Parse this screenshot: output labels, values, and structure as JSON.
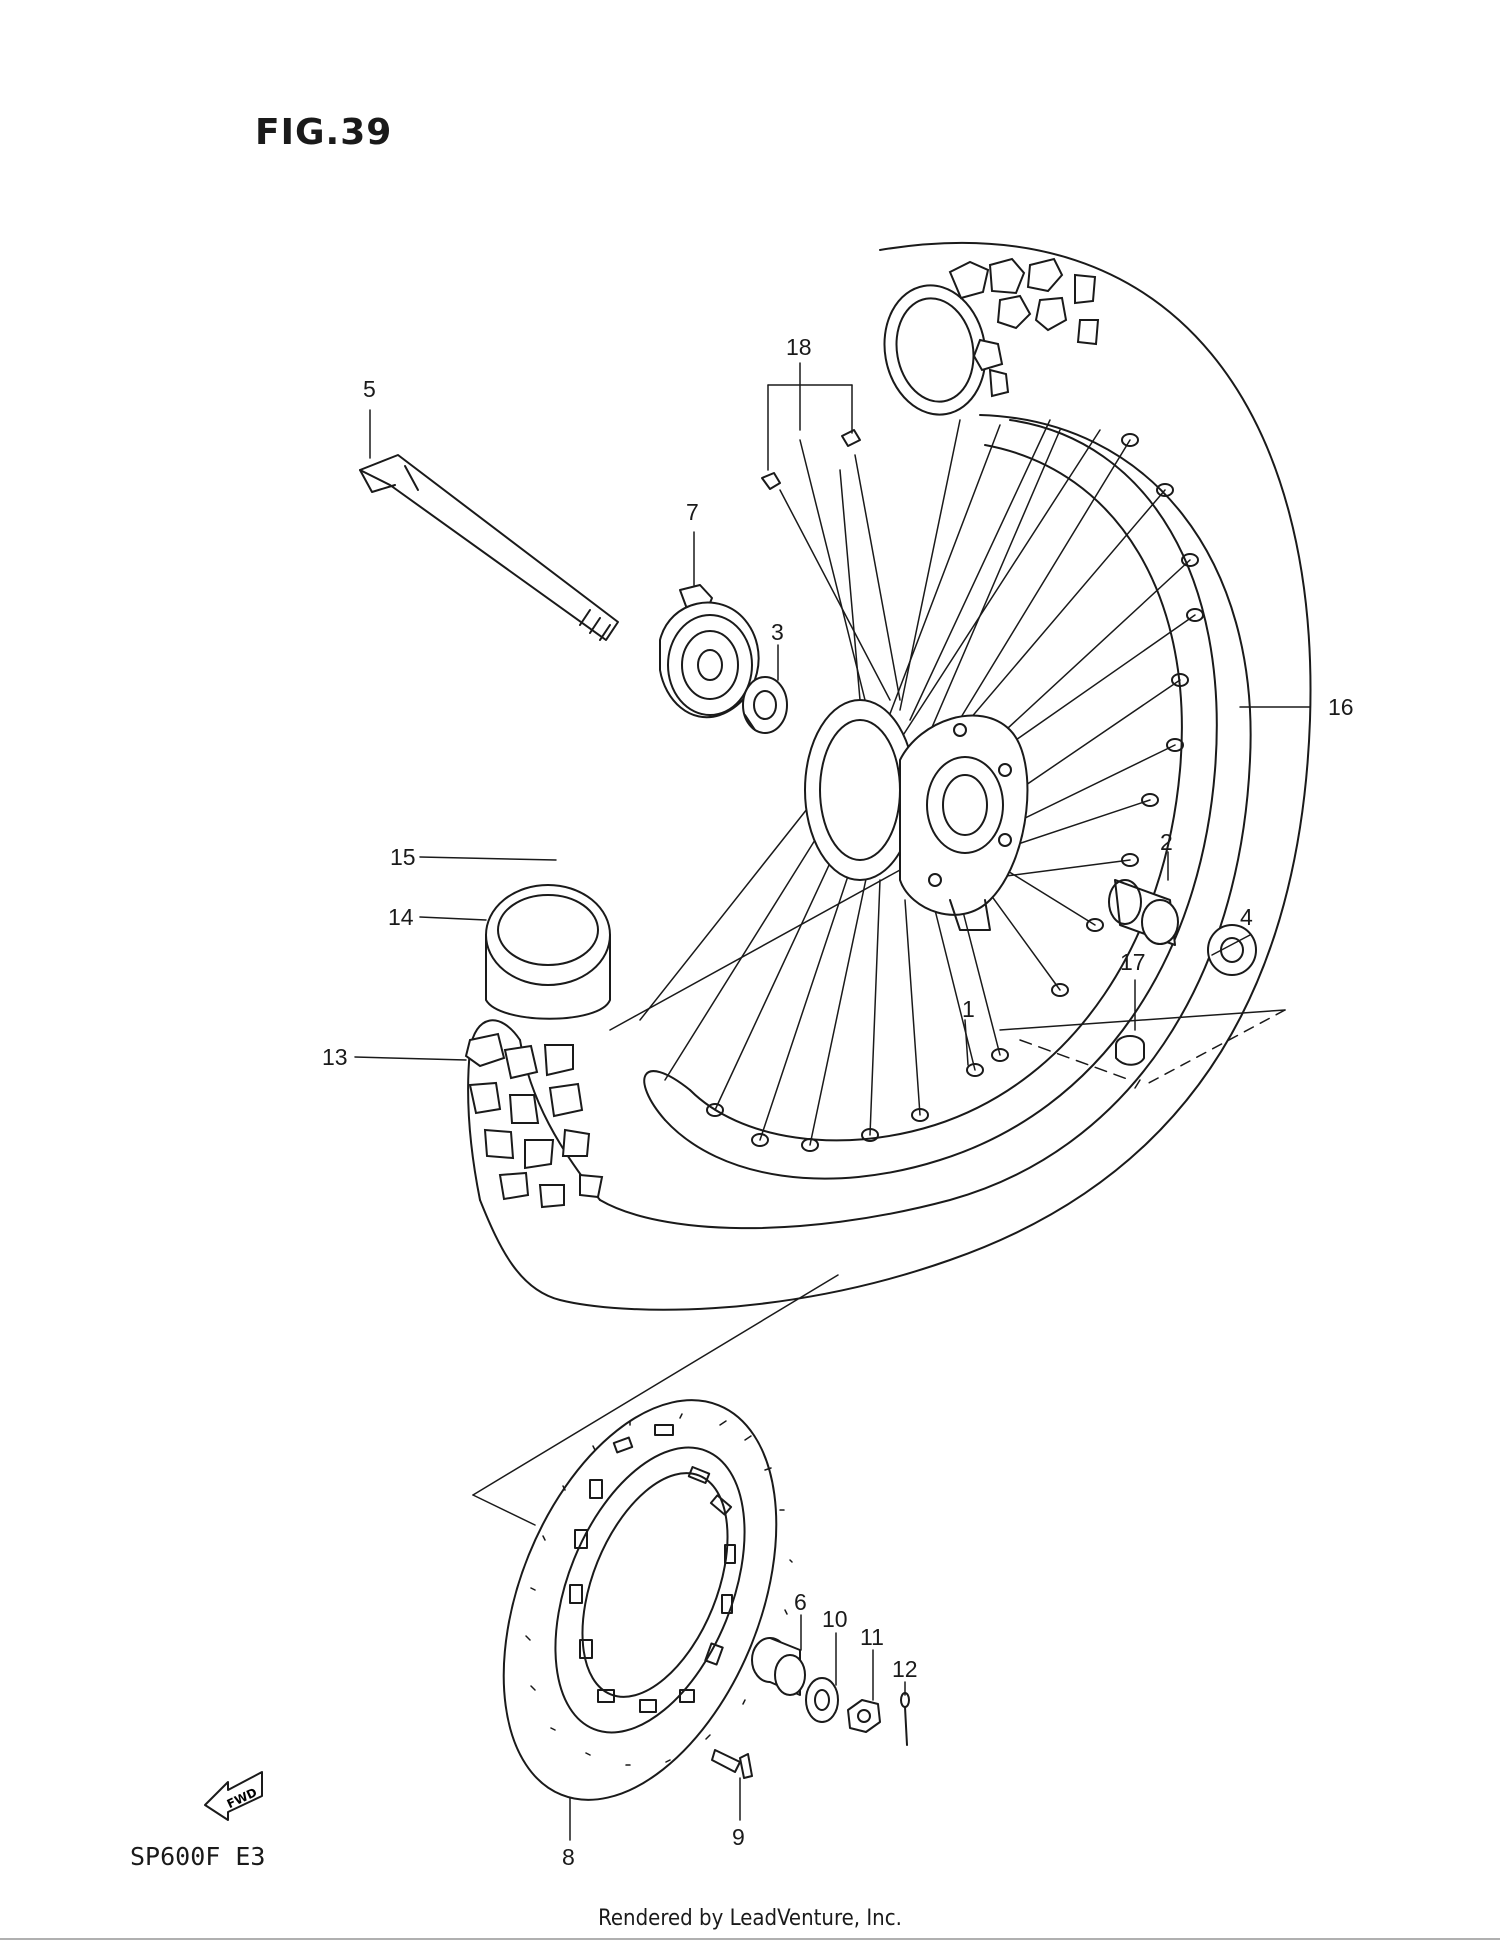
{
  "figure": {
    "title": "FIG.39",
    "model_code": "SP600F E3",
    "footer": "Rendered by LeadVenture, Inc.",
    "direction_label": "FWD"
  },
  "callouts": [
    "1",
    "2",
    "3",
    "4",
    "5",
    "6",
    "7",
    "8",
    "9",
    "10",
    "11",
    "12",
    "13",
    "14",
    "15",
    "16",
    "17",
    "18"
  ],
  "colors": {
    "line": "#1a1a1a",
    "background": "#ffffff",
    "watermark": "#d8d8d8"
  }
}
